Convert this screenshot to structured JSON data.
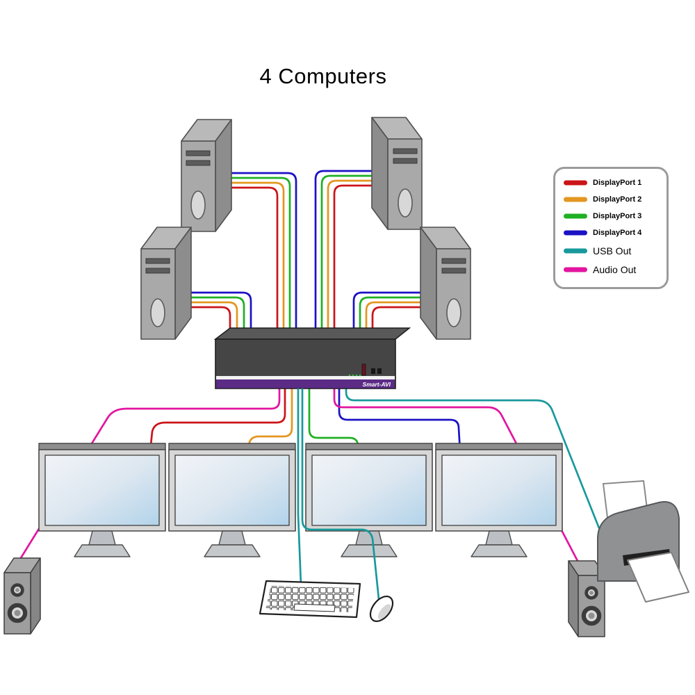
{
  "title": "4 Computers",
  "kvm": {
    "brand": "Smart-AVI"
  },
  "legend": {
    "items": [
      {
        "label": "DisplayPort 1",
        "color": "#cb1418"
      },
      {
        "label": "DisplayPort 2",
        "color": "#e39620"
      },
      {
        "label": "DisplayPort 3",
        "color": "#1fb024"
      },
      {
        "label": "DisplayPort 4",
        "color": "#1b12c4"
      },
      {
        "label": "USB Out",
        "color": "#18999c"
      },
      {
        "label": "Audio Out",
        "color": "#e215a0"
      }
    ]
  }
}
